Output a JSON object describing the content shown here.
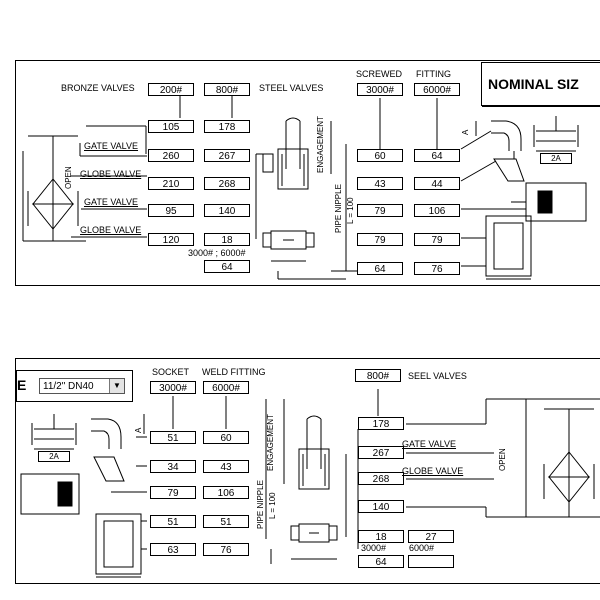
{
  "top": {
    "title": "NOMINAL SIZ",
    "headers": {
      "bronze_valves": "BRONZE VALVES",
      "steel_valves": "STEEL VALVES",
      "screwed": "SCREWED",
      "fitting": "FITTING"
    },
    "pressure": {
      "p200": "200#",
      "p800": "800#",
      "p3000": "3000#",
      "p6000": "6000#"
    },
    "row_labels": {
      "gate_valve_1": "GATE VALVE",
      "globe_valve_1": "GLOBE VALVE",
      "gate_valve_2": "GATE VALVE",
      "globe_valve_2": "GLOBE VALVE"
    },
    "side_labels": {
      "open": "OPEN",
      "engagement": "ENGAGEMENT",
      "pipe_nipple": "PIPE NIPPLE",
      "l100": "L = 100",
      "dim_a": "A",
      "dim_2a": "2A"
    },
    "col200": [
      "105",
      "260",
      "210",
      "95",
      "120"
    ],
    "col800": [
      "178",
      "267",
      "268",
      "140",
      "18"
    ],
    "screwed": [
      "60",
      "43",
      "79",
      "79",
      "64"
    ],
    "fitting": [
      "64",
      "44",
      "106",
      "79",
      "76"
    ],
    "combo_label": "3000# ; 6000#",
    "combo_value": "64"
  },
  "bottom": {
    "size_prefix": "E",
    "size_select": "11/2\" DN40",
    "headers": {
      "socket": "SOCKET",
      "weld_fitting": "WELD FITTING",
      "seel_valves": "SEEL VALVES"
    },
    "pressure": {
      "p3000": "3000#",
      "p6000": "6000#",
      "p800": "800#"
    },
    "side_labels": {
      "engagement": "ENGAGEMENT",
      "pipe_nipple": "PIPE NIPPLE",
      "l100": "L = 100",
      "open": "OPEN",
      "dim_a": "A",
      "dim_2a": "2A"
    },
    "row_labels": {
      "gate_valve": "GATE VALVE",
      "globe_valve": "GLOBE VALVE"
    },
    "socket": [
      "51",
      "34",
      "79",
      "51",
      "63"
    ],
    "weld": [
      "60",
      "43",
      "106",
      "51",
      "76"
    ],
    "col800": [
      "178",
      "267",
      "268",
      "140"
    ],
    "extra_18": "18",
    "extra_27": "27",
    "combo_3000": "3000#",
    "combo_6000": "6000#",
    "combo_value": "64"
  }
}
